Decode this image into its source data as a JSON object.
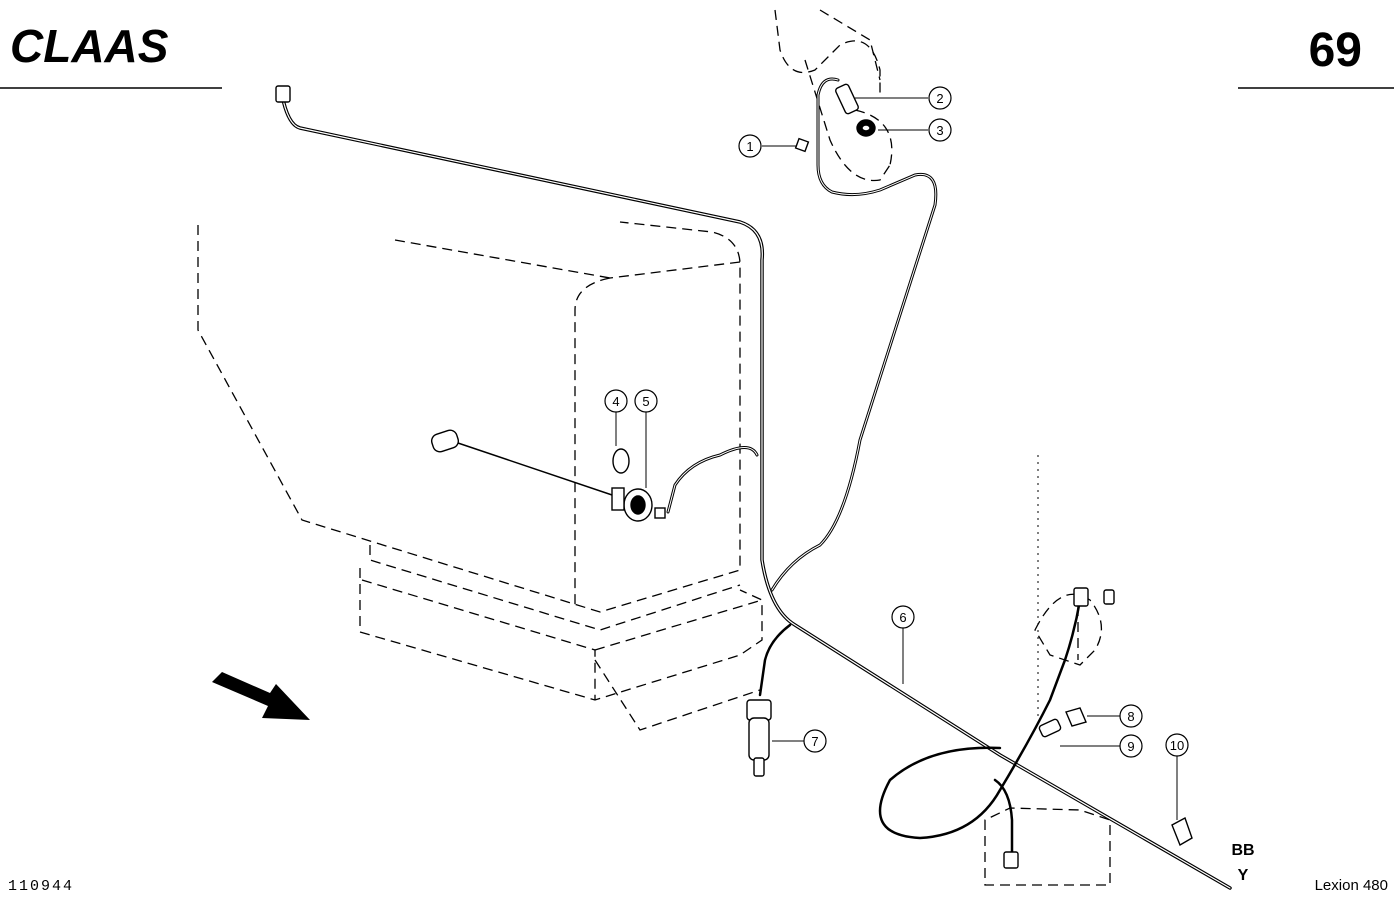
{
  "header": {
    "brand": "CLAAS",
    "page_number": "69"
  },
  "footer": {
    "drawing_ref": "110944",
    "model": "Lexion 480",
    "section_code_line1": "BB",
    "section_code_line2": "Y"
  },
  "callouts": [
    {
      "id": "c1",
      "label": "1"
    },
    {
      "id": "c2",
      "label": "2"
    },
    {
      "id": "c3",
      "label": "3"
    },
    {
      "id": "c4",
      "label": "4"
    },
    {
      "id": "c5",
      "label": "5"
    },
    {
      "id": "c6",
      "label": "6"
    },
    {
      "id": "c7",
      "label": "7"
    },
    {
      "id": "c8",
      "label": "8"
    },
    {
      "id": "c9",
      "label": "9"
    },
    {
      "id": "c10",
      "label": "10"
    }
  ]
}
